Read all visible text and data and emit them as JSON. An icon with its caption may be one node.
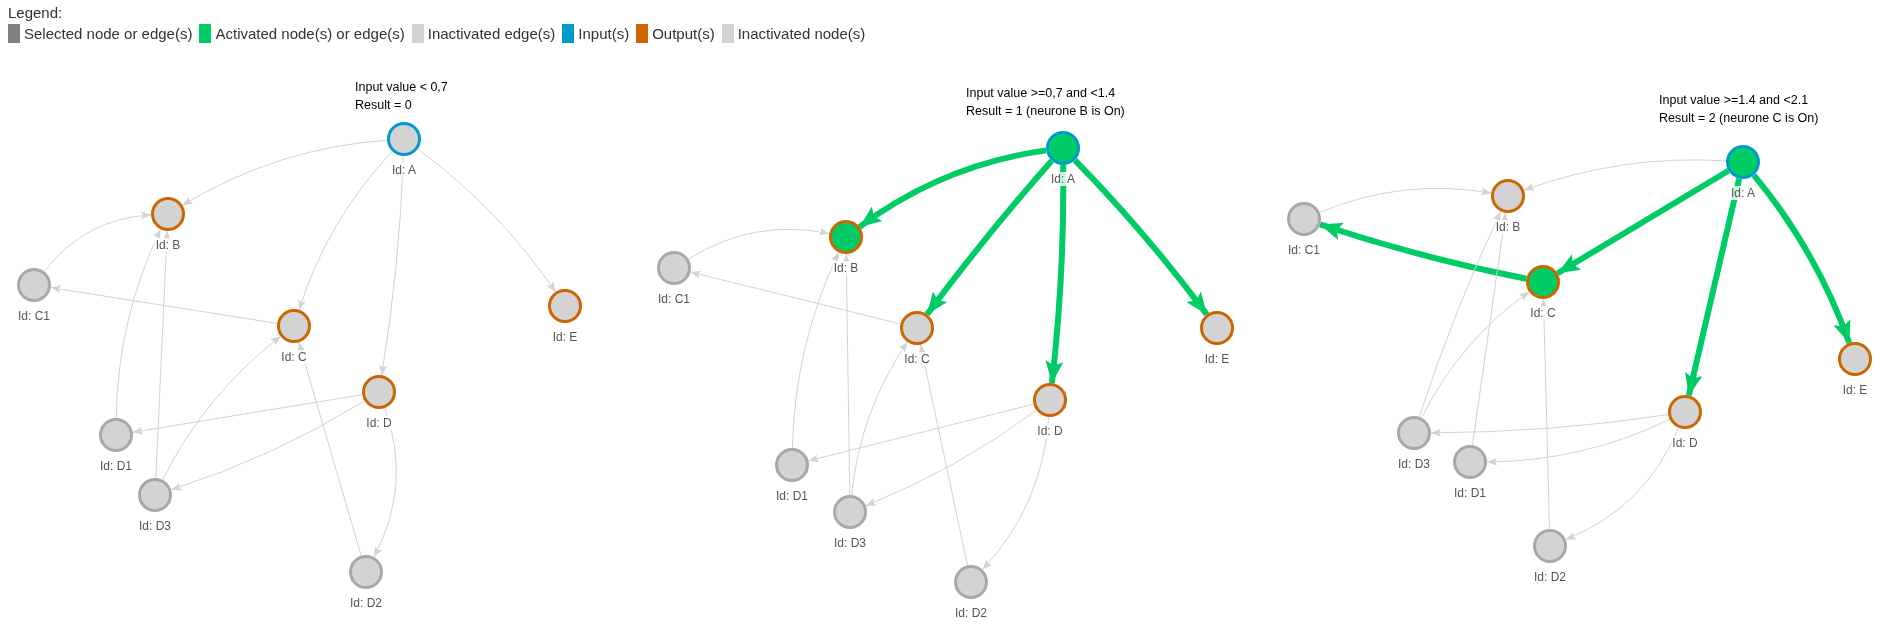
{
  "diagram": {
    "nodes": [
      {
        "text": [
          "Id: A"
        ]
      },
      {
        "text": [
          "Id: B"
        ]
      },
      {
        "text": [
          "Id: C1"
        ]
      },
      {
        "text": [
          "Id: C"
        ]
      },
      {
        "text": [
          "Id: E"
        ]
      },
      {
        "text": [
          "Id: D"
        ]
      },
      {
        "text": [
          "Id: D1"
        ]
      },
      {
        "text": [
          "Id: D3"
        ]
      },
      {
        "text": [
          "Id: D2"
        ]
      },
      {
        "text": [
          "Id: A"
        ]
      },
      {
        "text": [
          "Id: B"
        ]
      },
      {
        "text": [
          "Id: C1"
        ]
      },
      {
        "text": [
          "Id: C"
        ]
      },
      {
        "text": [
          "Id: E"
        ]
      },
      {
        "text": [
          "Id: D"
        ]
      },
      {
        "text": [
          "Id: D1"
        ]
      },
      {
        "text": [
          "Id: D3"
        ]
      },
      {
        "text": [
          "Id: D2"
        ]
      },
      {
        "text": [
          "Id: A"
        ]
      },
      {
        "text": [
          "Id: B"
        ]
      },
      {
        "text": [
          "Id: C1"
        ]
      },
      {
        "text": [
          "Id: C"
        ]
      },
      {
        "text": [
          "Id: E"
        ]
      },
      {
        "text": [
          "Id: D"
        ]
      },
      {
        "text": [
          "Id: D1"
        ]
      },
      {
        "text": [
          "Id: D3"
        ]
      },
      {
        "text": [
          "Id: D2"
        ]
      }
    ],
    "edges": [
      {
        "from": 0,
        "to": 1,
        "arrow": "to"
      },
      {
        "from": 0,
        "to": 3,
        "arrow": "to"
      },
      {
        "from": 0,
        "to": 5,
        "arrow": "to"
      },
      {
        "from": 0,
        "to": 4,
        "arrow": "to"
      },
      {
        "from": 2,
        "to": 1,
        "arrow": "to"
      },
      {
        "from": 3,
        "to": 2,
        "arrow": "to"
      },
      {
        "from": 6,
        "to": 1,
        "arrow": "to"
      },
      {
        "from": 7,
        "to": 1,
        "arrow": "to"
      },
      {
        "from": 7,
        "to": 3,
        "arrow": "to"
      },
      {
        "from": 8,
        "to": 3,
        "arrow": "to"
      },
      {
        "from": 5,
        "to": 6,
        "arrow": "to"
      },
      {
        "from": 5,
        "to": 7,
        "arrow": "to"
      },
      {
        "from": 5,
        "to": 8,
        "arrow": "to"
      },
      {
        "from": 9,
        "to": 10,
        "arrow": "to",
        "style": "thick",
        "color": "#00cc66"
      },
      {
        "from": 9,
        "to": 12,
        "arrow": "to",
        "style": "thick",
        "color": "#00cc66"
      },
      {
        "from": 9,
        "to": 14,
        "arrow": "to",
        "style": "thick",
        "color": "#00cc66"
      },
      {
        "from": 9,
        "to": 13,
        "arrow": "to",
        "style": "thick",
        "color": "#00cc66"
      },
      {
        "from": 11,
        "to": 10,
        "arrow": "to"
      },
      {
        "from": 12,
        "to": 11,
        "arrow": "to"
      },
      {
        "from": 15,
        "to": 10,
        "arrow": "to"
      },
      {
        "from": 16,
        "to": 10,
        "arrow": "to"
      },
      {
        "from": 16,
        "to": 12,
        "arrow": "to"
      },
      {
        "from": 17,
        "to": 12,
        "arrow": "to"
      },
      {
        "from": 14,
        "to": 15,
        "arrow": "to"
      },
      {
        "from": 14,
        "to": 16,
        "arrow": "to"
      },
      {
        "from": 14,
        "to": 17,
        "arrow": "to"
      },
      {
        "from": 18,
        "to": 19,
        "arrow": "to"
      },
      {
        "from": 18,
        "to": 21,
        "arrow": "to",
        "style": "thick",
        "color": "#00cc66"
      },
      {
        "from": 18,
        "to": 23,
        "arrow": "to",
        "style": "thick",
        "color": "#00cc66"
      },
      {
        "from": 18,
        "to": 22,
        "arrow": "to",
        "style": "thick",
        "color": "#00cc66"
      },
      {
        "from": 20,
        "to": 19,
        "arrow": "to"
      },
      {
        "from": 21,
        "to": 20,
        "arrow": "to",
        "style": "thick",
        "color": "#00cc66"
      },
      {
        "from": 24,
        "to": 19,
        "arrow": "to"
      },
      {
        "from": 25,
        "to": 19,
        "arrow": "to"
      },
      {
        "from": 25,
        "to": 21,
        "arrow": "to"
      },
      {
        "from": 26,
        "to": 21,
        "arrow": "to"
      },
      {
        "from": 23,
        "to": 24,
        "arrow": "to"
      },
      {
        "from": 23,
        "to": 25,
        "arrow": "to"
      },
      {
        "from": 23,
        "to": 26,
        "arrow": "to"
      }
    ],
    "labels": [
      "Legend:",
      "Input value < 0,7",
      "Result = 0",
      "Input value >=0,7 and <1.4",
      "Result = 1 (neurone B is On)",
      "Input value >=1.4 and <2.1",
      "Result = 2 (neurone C is On)"
    ],
    "legend": [
      {
        "text": "Selected node or edge(s)",
        "color": "#808080"
      },
      {
        "text": "Activated node(s) or edge(s)",
        "color": "#00cc66"
      },
      {
        "text": "Inactivated edge(s)",
        "color": "#d3d3d3"
      },
      {
        "text": "Input(s)",
        "color": "#0099cc"
      },
      {
        "text": "Output(s)",
        "color": "#cc6600"
      },
      {
        "text": "Inactivated node(s)",
        "color": "#d3d3d3"
      }
    ]
  }
}
